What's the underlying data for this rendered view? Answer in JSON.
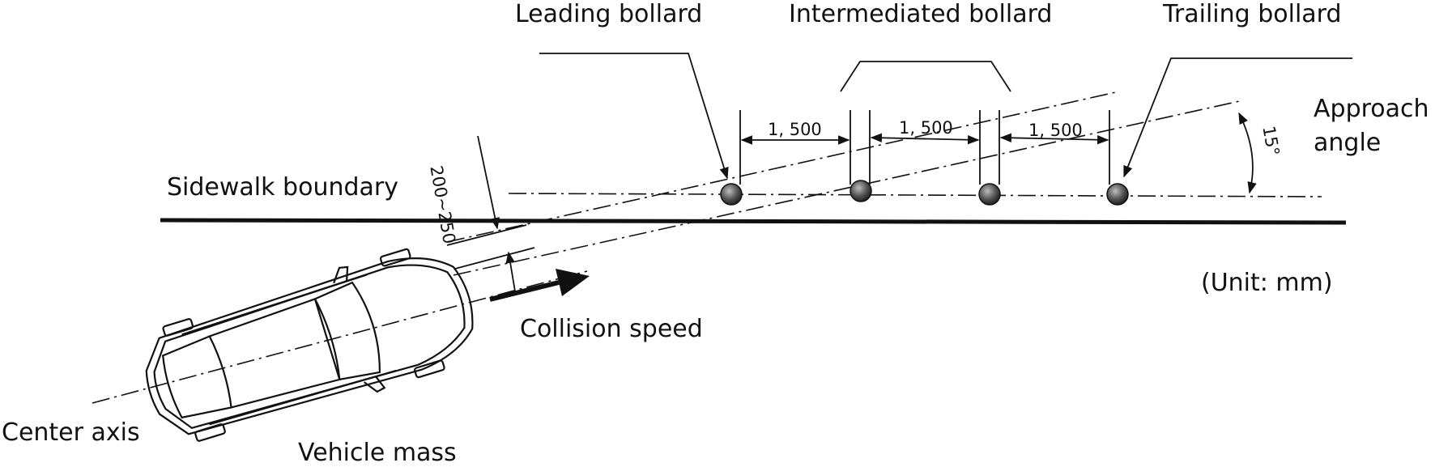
{
  "labels": {
    "leading_bollard": "Leading bollard",
    "intermediated_bollard": "Intermediated bollard",
    "trailing_bollard": "Trailing bollard",
    "approach_line1": "Approach",
    "approach_line2": "angle",
    "sidewalk_boundary": "Sidewalk boundary",
    "unit": "(Unit: mm)",
    "collision_speed": "Collision speed",
    "center_axis": "Center axis",
    "vehicle_mass": "Vehicle mass"
  },
  "dimensions": {
    "spacing_1": "1, 500",
    "spacing_2": "1, 500",
    "spacing_3": "1, 500",
    "offset": "200~250",
    "angle": "15°"
  },
  "colors": {
    "ink": "#111111",
    "bollard": "#555555"
  }
}
